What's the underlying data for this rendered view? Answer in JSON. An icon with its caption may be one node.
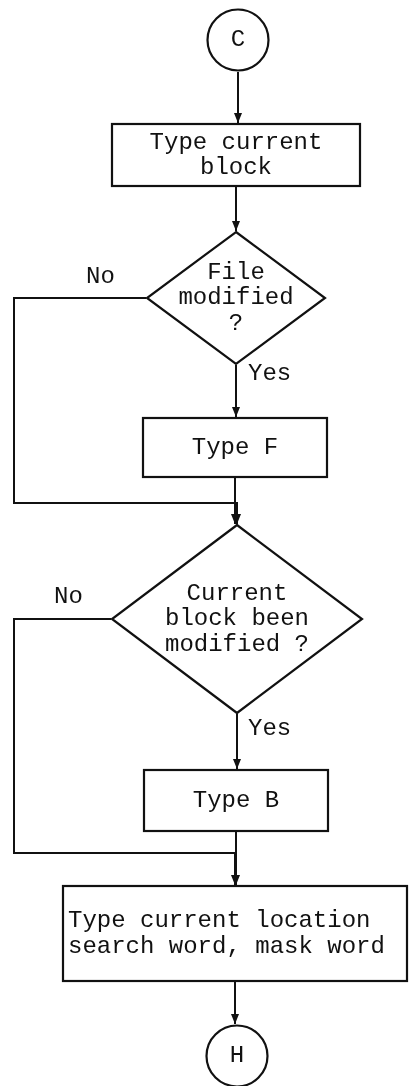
{
  "diagram": {
    "nodes": [
      {
        "text": [
          "C"
        ]
      },
      {
        "text": [
          "Type current block"
        ]
      },
      {
        "text": [
          "File modified ?"
        ]
      },
      {
        "text": [
          "Type F"
        ]
      },
      {
        "text": [
          "Current block been modified ?"
        ]
      },
      {
        "text": [
          "Type B"
        ]
      },
      {
        "text": [
          "Type current location search word, mask word"
        ]
      },
      {
        "text": [
          "H"
        ]
      }
    ],
    "edges": [
      {
        "from": 0,
        "to": 1,
        "arrow": "to"
      },
      {
        "from": 1,
        "to": 2,
        "arrow": "to"
      },
      {
        "from": 2,
        "to": 3,
        "arrow": "to",
        "label": "Yes"
      },
      {
        "from": 2,
        "to": 4,
        "arrow": "to",
        "label": "No"
      },
      {
        "from": 3,
        "to": 4,
        "arrow": "to"
      },
      {
        "from": 4,
        "to": 5,
        "arrow": "to",
        "label": "Yes"
      },
      {
        "from": 4,
        "to": 6,
        "arrow": "to",
        "label": "No"
      },
      {
        "from": 5,
        "to": 6,
        "arrow": "to"
      },
      {
        "from": 6,
        "to": 7,
        "arrow": "to"
      }
    ]
  }
}
